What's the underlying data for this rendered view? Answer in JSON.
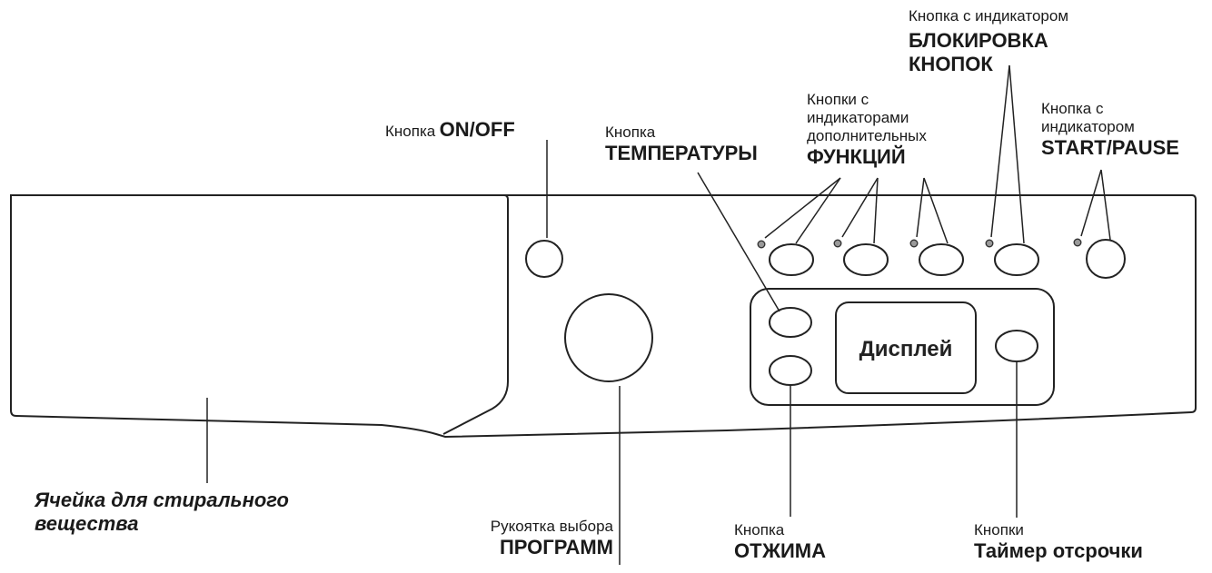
{
  "labels": {
    "on_off": {
      "prefix": "Кнопка",
      "bold": "ON/OFF"
    },
    "temperature": {
      "line1": "Кнопка",
      "line2": "ТЕМПЕРАТУРЫ"
    },
    "functions": {
      "line1": "Кнопки с",
      "line2": "индикаторами",
      "line3": "дополнительных",
      "line4": "ФУНКЦИЙ"
    },
    "lock": {
      "line1": "Кнопка с индикатором",
      "line2": "БЛОКИРОВКА",
      "line3": "КНОПОК"
    },
    "start_pause": {
      "line1": "Кнопка с",
      "line2": "индикатором",
      "line3": "START/PAUSE"
    },
    "detergent": {
      "line1": "Ячейка для стирального",
      "line2": "вещества"
    },
    "program": {
      "line1": "Рукоятка выбора",
      "line2": "ПРОГРАММ"
    },
    "spin": {
      "line1": "Кнопка",
      "line2": "ОТЖИМА"
    },
    "timer": {
      "line1": "Кнопки",
      "line2": "Таймер отсрочки"
    }
  },
  "display": {
    "text": "Дисплей"
  },
  "colors": {
    "stroke": "#222222",
    "indicator_fill": "#9a9a9a"
  }
}
